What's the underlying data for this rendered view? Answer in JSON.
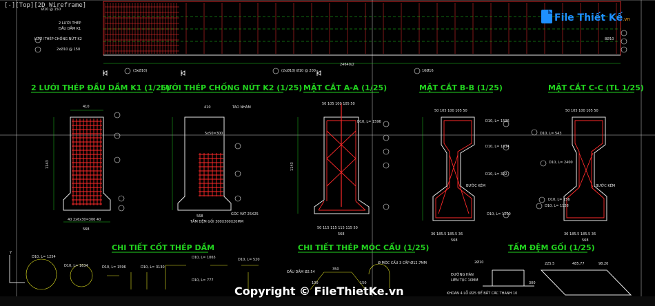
{
  "viewport_label": "[-][Top][2D Wireframe]",
  "titles": {
    "k1": "2 LƯỚI THÉP ĐẦU DẦM K1 (1/25)",
    "k2": "LƯỚI THÉP CHỐNG NỨT K2 (1/25)",
    "aa": "MẶT CẮT A-A (1/25)",
    "bb": "MẶT CẮT B-B (1/25)",
    "cc": "MẶT CẮT C-C (TL 1/25)",
    "chitiet": "CHI TIẾT CỐT THÉP DẦM",
    "mocCau": "CHI TIẾT THÉP MÓC CẨU (1/25)",
    "tamDem": "TẤM ĐỆM GỐI (1/25)"
  },
  "top_labels": {
    "l1": "Ø10 @ 150",
    "l2": "2 LƯỚI THÉP",
    "l3": "ĐẦU DẦM K1",
    "l4": "LƯỚI THÉP CHỐNG NỨT K2",
    "l5": "2xØ10 @ 150",
    "span": "24640/2",
    "r1": "8Ø10",
    "b1": "(3xØ10)",
    "b2": "(2xØ10) Ø10 @ 200",
    "b3": "16Ø16"
  },
  "dims": {
    "w410": "410",
    "w568": "568",
    "h1143": "1143",
    "b_k1": "40   2x6x30=300   40",
    "k2_top": "TAO NHÁM",
    "k2_grid": "5x50=300",
    "k2_note1": "GÓC VÁT 25X25",
    "k2_note2": "TẤM ĐỆM GỐI 300X300X20MM",
    "aa_top": "50  105  100  105  50",
    "aa_bot": "50  115  115  115  115  50",
    "bb_top": "50  105  100  105  50",
    "bb_bot": "36   185.5   185.5   36",
    "cc_top": "50  105  100  105  50",
    "cc_bot": "36   185.5   185.5   36",
    "buoc_kem": "BƯỚC KÈM",
    "d10": "D10, L= 1596",
    "d12": "D10, L= 1634",
    "d14": "D10, L= 1200",
    "d8": "D10, L= 322",
    "cc_1": "D10, L= 543",
    "cc_2": "D10, L= 2400",
    "cc_3": "D10, L= 156",
    "cc_4": "D10, L= 1138"
  },
  "bottom": {
    "ct1": "D10, L= 1254",
    "ct2": "D10, L= 1634",
    "ct3": "D10, L= 1596",
    "ct4": "D10, L= 3130",
    "ct5": "D10, L= 1065",
    "ct6": "D10, L= 520",
    "ct7": "D10, L= 777",
    "moc1": "Ø MÓC CẨU 3 CẤP Ø12.7MM",
    "moc2": "ĐẦU DẦM Ø2.54",
    "moc_d1": "350",
    "moc_d2": "100",
    "moc_d3": "150",
    "tam1": "ĐƯỜNG HÀN",
    "tam2": "LIÊN TỤC 10MM",
    "tam3": "KHOAN 4 LỖ Ø25 ĐỂ BẮT CÁC THANH 10",
    "tam_d1": "225.5",
    "tam_d2": "485.77",
    "tam_d3": "98.20",
    "tam_d4": "300"
  },
  "watermark": "Copyright © FileThietKe.vn",
  "logo": {
    "text": "File Thiết Kế",
    "suffix": ".vn"
  },
  "colors": {
    "background": "#000000",
    "title_green": "#22d31f",
    "rebar_red": "#ff2a2a",
    "outline": "#e8e8e8",
    "logo_blue": "#1e90ff"
  }
}
